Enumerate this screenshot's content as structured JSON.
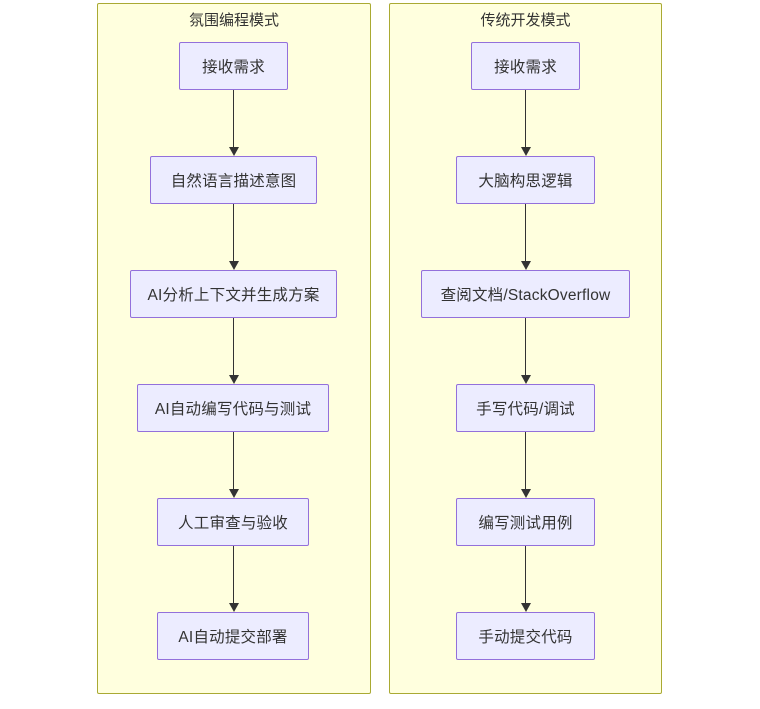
{
  "diagram": {
    "type": "flowchart",
    "direction": "top-to-bottom",
    "background_color": "#ffffff",
    "subgraph_fill": "#ffffde",
    "subgraph_border": "#aaaa33",
    "node_fill": "#ececff",
    "node_border": "#9370db",
    "edge_color": "#333333",
    "text_color": "#333333",
    "columns": [
      {
        "id": "vibe",
        "title": "氛围编程模式",
        "nodes": [
          {
            "id": "v1",
            "label": "接收需求"
          },
          {
            "id": "v2",
            "label": "自然语言描述意图"
          },
          {
            "id": "v3",
            "label": "AI分析上下文并生成方案"
          },
          {
            "id": "v4",
            "label": "AI自动编写代码与测试"
          },
          {
            "id": "v5",
            "label": "人工审查与验收"
          },
          {
            "id": "v6",
            "label": "AI自动提交部署"
          }
        ],
        "edges": [
          {
            "from": "v1",
            "to": "v2"
          },
          {
            "from": "v2",
            "to": "v3"
          },
          {
            "from": "v3",
            "to": "v4"
          },
          {
            "from": "v4",
            "to": "v5"
          },
          {
            "from": "v5",
            "to": "v6"
          }
        ]
      },
      {
        "id": "traditional",
        "title": "传统开发模式",
        "nodes": [
          {
            "id": "t1",
            "label": "接收需求"
          },
          {
            "id": "t2",
            "label": "大脑构思逻辑"
          },
          {
            "id": "t3",
            "label": "查阅文档/StackOverflow"
          },
          {
            "id": "t4",
            "label": "手写代码/调试"
          },
          {
            "id": "t5",
            "label": "编写测试用例"
          },
          {
            "id": "t6",
            "label": "手动提交代码"
          }
        ],
        "edges": [
          {
            "from": "t1",
            "to": "t2"
          },
          {
            "from": "t2",
            "to": "t3"
          },
          {
            "from": "t3",
            "to": "t4"
          },
          {
            "from": "t4",
            "to": "t5"
          },
          {
            "from": "t5",
            "to": "t6"
          }
        ]
      }
    ]
  }
}
